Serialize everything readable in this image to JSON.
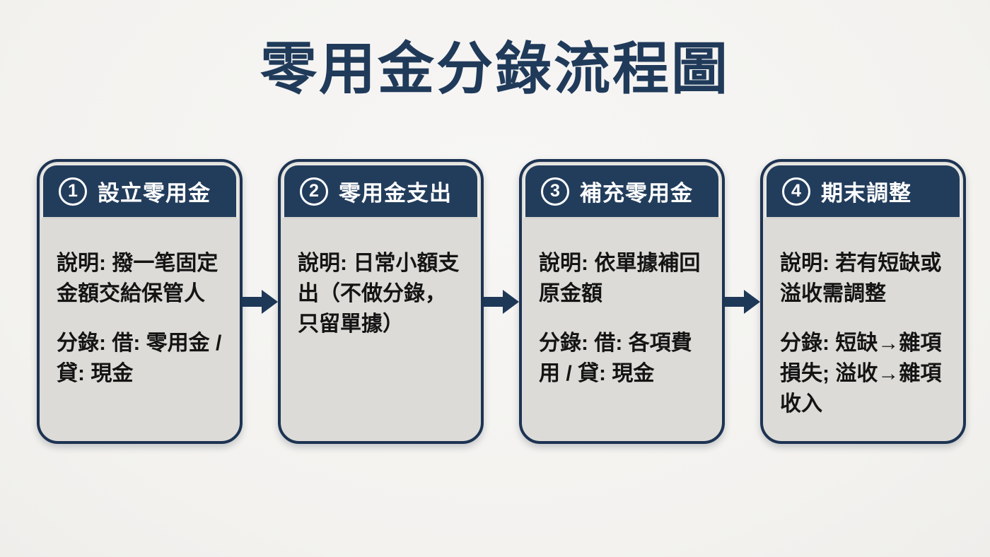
{
  "page": {
    "title": "零用金分錄流程圖"
  },
  "colors": {
    "background": "#f5f4f2",
    "navy_header": "#223d5c",
    "navy_border": "#1d3352",
    "arrow_navy": "#1e3858",
    "card_body_bg": "#dcdbd7",
    "header_inset_line": "#e9e8e3",
    "title_text": "#203a5a",
    "body_text": "#141414",
    "header_text": "#ffffff"
  },
  "steps": [
    {
      "number": "1",
      "title": "設立零用金",
      "description": "說明: 撥一笔固定金額交給保管人",
      "entry": "分錄: 借: 零用金 / 貸: 現金"
    },
    {
      "number": "2",
      "title": "零用金支出",
      "description": "說明: 日常小額支出（不做分錄，只留單據）",
      "entry": null
    },
    {
      "number": "3",
      "title": "補充零用金",
      "description": "說明: 依單據補回原金額",
      "entry": "分錄: 借: 各項費用 / 貸: 現金"
    },
    {
      "number": "4",
      "title": "期末調整",
      "description": "說明: 若有短缺或溢收需調整",
      "entry": "分錄: 短缺→雜項損失; 溢收→雜項收入"
    }
  ],
  "icons": {
    "arrow": "right-block-arrow"
  }
}
